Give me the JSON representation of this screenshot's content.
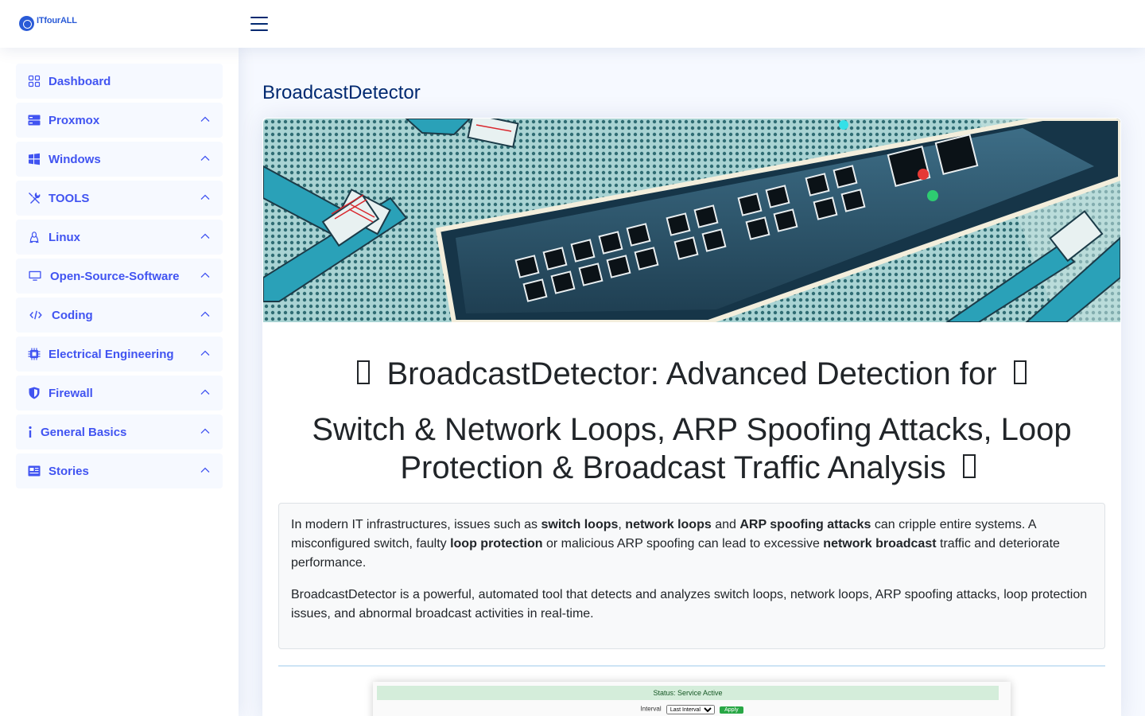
{
  "header": {
    "logo_text": "ITfourALL",
    "menu_icon": "hamburger-menu-icon"
  },
  "sidebar": {
    "items": [
      {
        "label": "Dashboard",
        "icon": "grid-icon",
        "has_submenu": false
      },
      {
        "label": "Proxmox",
        "icon": "server-icon",
        "has_submenu": true
      },
      {
        "label": "Windows",
        "icon": "windows-icon",
        "has_submenu": true
      },
      {
        "label": "TOOLS",
        "icon": "tools-icon",
        "has_submenu": true
      },
      {
        "label": "Linux",
        "icon": "linux-icon",
        "has_submenu": true
      },
      {
        "label": "Open-Source-Software",
        "icon": "display-icon",
        "has_submenu": true
      },
      {
        "label": "Coding",
        "icon": "code-icon",
        "has_submenu": true
      },
      {
        "label": "Electrical Engineering",
        "icon": "cpu-icon",
        "has_submenu": true
      },
      {
        "label": "Firewall",
        "icon": "shield-icon",
        "has_submenu": true
      },
      {
        "label": "General Basics",
        "icon": "info-icon",
        "has_submenu": true
      },
      {
        "label": "Stories",
        "icon": "newspaper-icon",
        "has_submenu": true
      }
    ]
  },
  "main": {
    "page_title": "BroadcastDetector",
    "hero_image": "network-switch-illustration",
    "heading1": "BroadcastDetector: Advanced Detection for",
    "heading2": "Switch & Network Loops, ARP Spoofing Attacks, Loop Protection & Broadcast Traffic Analysis",
    "intro": {
      "p1_a": "In modern IT infrastructures, issues such as ",
      "p1_b": "switch loops",
      "p1_c": ", ",
      "p1_d": "network loops",
      "p1_e": " and ",
      "p1_f": "ARP spoofing attacks",
      "p1_g": " can cripple entire systems. A misconfigured switch, faulty ",
      "p1_h": "loop protection",
      "p1_i": " or malicious ARP spoofing can lead to excessive ",
      "p1_j": "network broadcast",
      "p1_k": " traffic and deteriorate performance.",
      "p2": "BroadcastDetector is a powerful, automated tool that detects and analyzes switch loops, network loops, ARP spoofing attacks, loop protection issues, and abnormal broadcast activities in real-time."
    },
    "screenshot": {
      "status": "Status: Service Active",
      "interval_label": "Interval",
      "interval_value": "Last Interval",
      "apply_label": "Apply"
    }
  },
  "colors": {
    "accent": "#4154f1",
    "title": "#012970",
    "sidebar_bg": "#f6f9ff"
  }
}
